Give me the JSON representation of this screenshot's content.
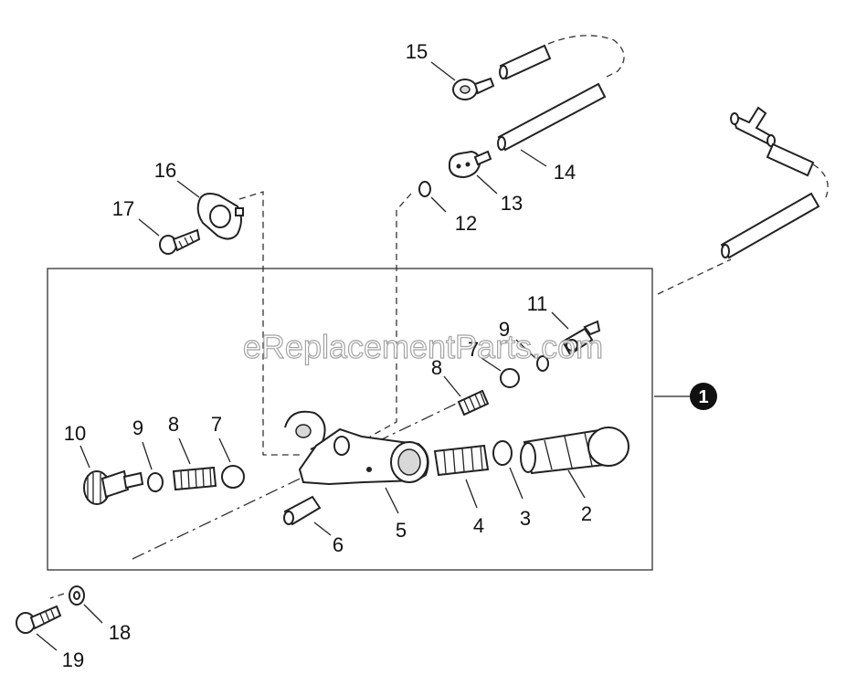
{
  "watermark": "eReplacementParts.com",
  "kit_callout": "1",
  "callouts": {
    "c2": "2",
    "c3": "3",
    "c4": "4",
    "c5": "5",
    "c6": "6",
    "c7a": "7",
    "c7b": "7",
    "c8a": "8",
    "c8b": "8",
    "c9a": "9",
    "c9b": "9",
    "c10": "10",
    "c11": "11",
    "c12": "12",
    "c13": "13",
    "c14": "14",
    "c15": "15",
    "c16": "16",
    "c17": "17",
    "c18": "18",
    "c19": "19"
  },
  "icons": {
    "kit_badge": "filled-circle-icon"
  }
}
